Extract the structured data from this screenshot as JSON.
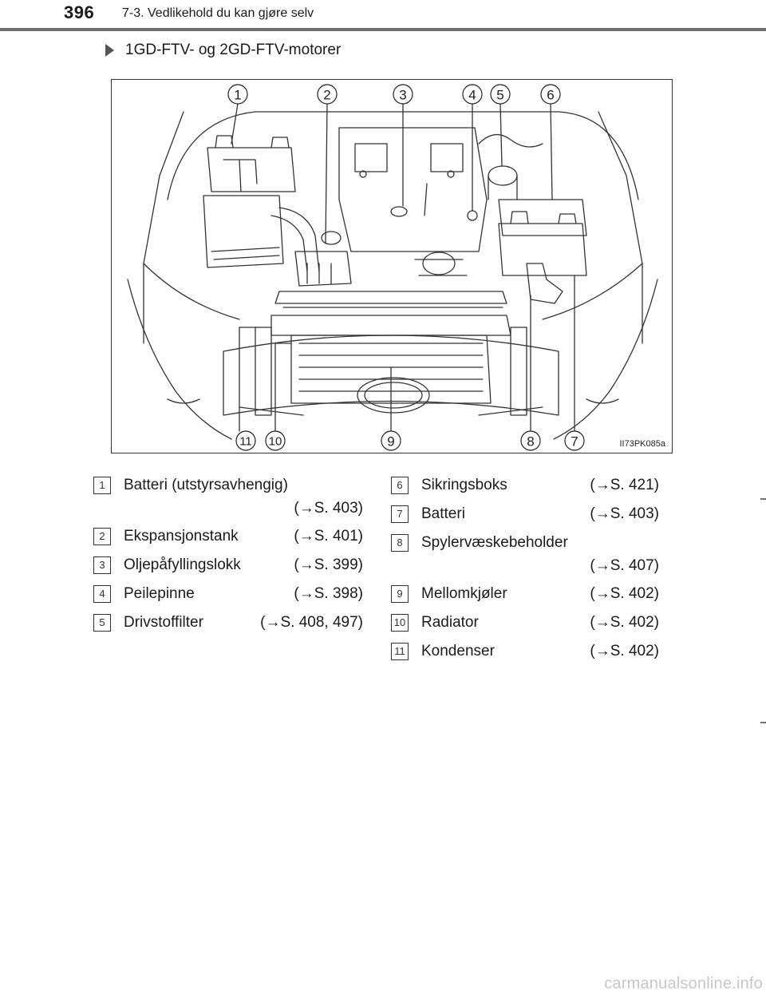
{
  "header": {
    "page_number": "396",
    "running_head": "7-3. Vedlikehold du kan gjøre selv"
  },
  "section": {
    "heading": "1GD-FTV- og 2GD-FTV-motorer"
  },
  "figure": {
    "code": "II73PK085a",
    "callouts": [
      "1",
      "2",
      "3",
      "4",
      "5",
      "6",
      "7",
      "8",
      "9",
      "10",
      "11"
    ]
  },
  "legend": [
    {
      "num": "1",
      "label": "Batteri (utstyrsavhengig)",
      "ref": "(→S. 403)"
    },
    {
      "num": "2",
      "label": "Ekspansjonstank",
      "ref": "(→S. 401)"
    },
    {
      "num": "3",
      "label": "Oljepåfyllingslokk",
      "ref": "(→S. 399)"
    },
    {
      "num": "4",
      "label": "Peilepinne",
      "ref": "(→S. 398)"
    },
    {
      "num": "5",
      "label": "Drivstoffilter",
      "ref": "(→S. 408, 497)"
    },
    {
      "num": "6",
      "label": "Sikringsboks",
      "ref": "(→S. 421)"
    },
    {
      "num": "7",
      "label": "Batteri",
      "ref": "(→S. 403)"
    },
    {
      "num": "8",
      "label": "Spylervæskebeholder",
      "ref": "(→S. 407)"
    },
    {
      "num": "9",
      "label": "Mellomkjøler",
      "ref": "(→S. 402)"
    },
    {
      "num": "10",
      "label": "Radiator",
      "ref": "(→S. 402)"
    },
    {
      "num": "11",
      "label": "Kondenser",
      "ref": "(→S. 402)"
    }
  ],
  "footer": {
    "watermark": "carmanualsonline.info"
  }
}
